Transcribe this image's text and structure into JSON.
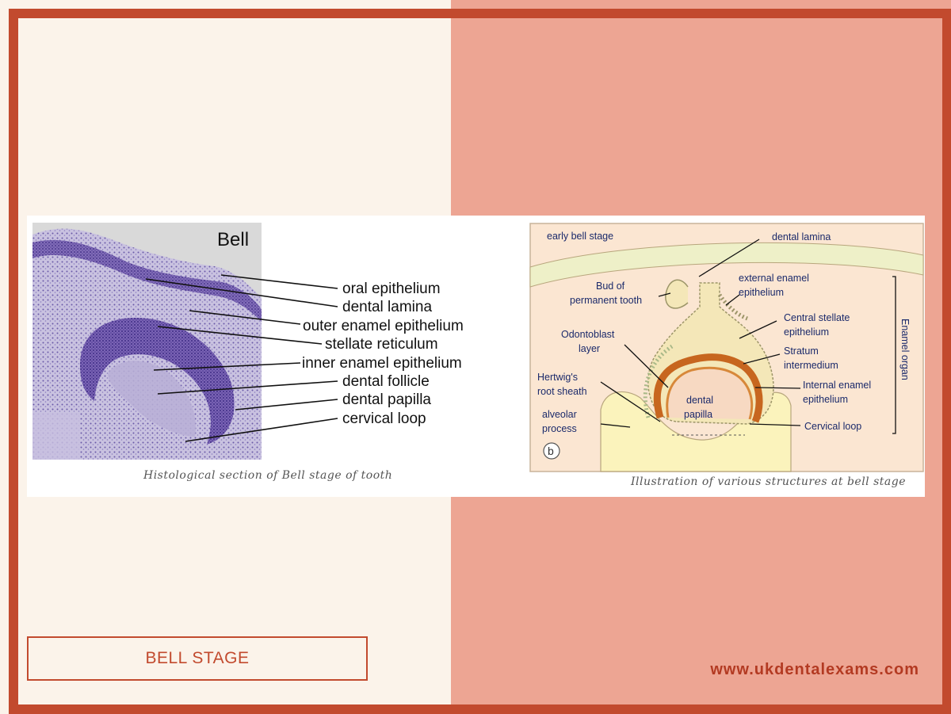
{
  "histology": {
    "stage_label": "Bell",
    "labels": [
      "oral epithelium",
      "dental lamina",
      "outer enamel epithelium",
      "stellate reticulum",
      "inner enamel epithelium",
      "dental follicle",
      "dental papilla",
      "cervical loop"
    ],
    "caption": "Histological section of Bell stage of tooth"
  },
  "illustration": {
    "stage_label": "early bell stage",
    "panel_letter": "b",
    "labels": {
      "dental_lamina": "dental lamina",
      "bud_line1": "Bud of",
      "bud_line2": "permanent tooth",
      "external_line1": "external enamel",
      "external_line2": "epithelium",
      "central_line1": "Central stellate",
      "central_line2": "epithelium",
      "stratum_line1": "Stratum",
      "stratum_line2": "intermedium",
      "internal_line1": "Internal enamel",
      "internal_line2": "epithelium",
      "cervical": "Cervical loop",
      "odonto_line1": "Odontoblast",
      "odonto_line2": "layer",
      "hertwig_line1": "Hertwig's",
      "hertwig_line2": "root sheath",
      "alveolar_line1": "alveolar",
      "alveolar_line2": "process",
      "papilla_line1": "dental",
      "papilla_line2": "papilla",
      "enamel_organ": "Enamel organ"
    },
    "caption": "Illustration of various structures at bell stage"
  },
  "footer": {
    "title": "BELL STAGE",
    "website": "www.ukdentalexams.com"
  }
}
